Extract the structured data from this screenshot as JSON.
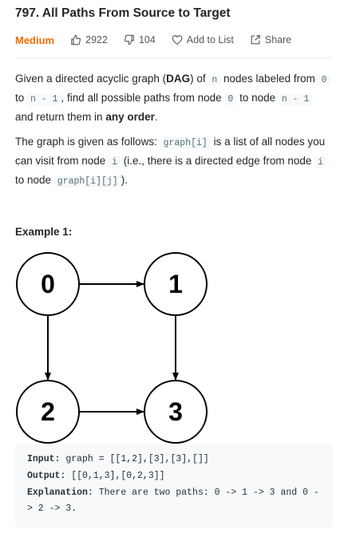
{
  "problem": {
    "title": "797. All Paths From Source to Target",
    "difficulty": "Medium",
    "likes": "2922",
    "dislikes": "104",
    "add_to_list": "Add to List",
    "share": "Share"
  },
  "description": {
    "p1": {
      "t1": "Given a directed acyclic graph (",
      "b1": "DAG",
      "t2": ") of ",
      "c1": "n",
      "t3": " nodes labeled from ",
      "c2": "0",
      "t4": " to ",
      "c3": "n - 1",
      "t5": ", find all possible paths from node ",
      "c4": "0",
      "t6": " to node ",
      "c5": "n - 1",
      "t7": " and return them in ",
      "b2": "any order",
      "t8": "."
    },
    "p2": {
      "t1": "The graph is given as follows: ",
      "c1": "graph[i]",
      "t2": " is a list of all nodes you can visit from node ",
      "c2": "i",
      "t3": " (i.e., there is a directed edge from node ",
      "c3": "i",
      "t4": " to node ",
      "c4": "graph[i][j]",
      "t5": ")."
    }
  },
  "example": {
    "heading": "Example 1:",
    "nodes": [
      "0",
      "1",
      "2",
      "3"
    ],
    "input_label": "Input:",
    "input_value": " graph = [[1,2],[3],[3],[]]",
    "output_label": "Output:",
    "output_value": " [[0,1,3],[0,2,3]]",
    "explanation_label": "Explanation:",
    "explanation_value": " There are two paths: 0 -> 1 -> 3 and 0 -> 2 -> 3."
  },
  "colors": {
    "difficulty": "#ef6c00",
    "text": "#262626",
    "meta": "#595959",
    "code_bg": "#f7f9fa"
  }
}
